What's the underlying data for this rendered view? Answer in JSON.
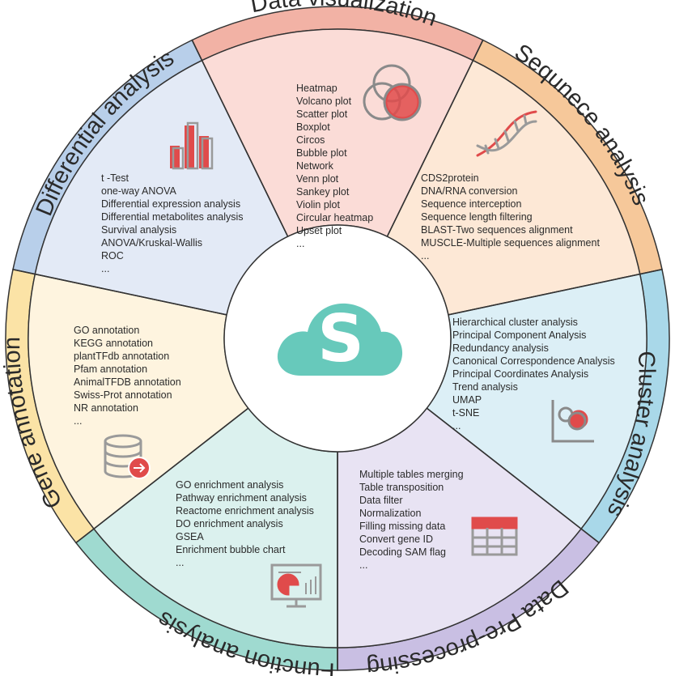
{
  "center": {
    "letter": "S"
  },
  "segments": [
    {
      "key": "data_visualization",
      "title": "Data visualization",
      "ring_color": "#F2B2A5",
      "fill_color": "#FBDCD7",
      "items": [
        "Heatmap",
        "Volcano plot",
        "Scatter plot",
        "Boxplot",
        "Circos",
        "Bubble plot",
        "Network",
        "Venn plot",
        "Sankey plot",
        "Violin plot",
        "Circular heatmap",
        "Upset plot",
        "..."
      ],
      "icon": "venn-icon"
    },
    {
      "key": "sequence_analysis",
      "title": "Sequnece analysis",
      "ring_color": "#F6C89A",
      "fill_color": "#FDE8D6",
      "items": [
        "CDS2protein",
        "DNA/RNA conversion",
        "Sequence interception",
        "Sequence length filtering",
        "BLAST-Two sequences alignment",
        "MUSCLE-Multiple sequences alignment",
        "..."
      ],
      "icon": "dna-icon"
    },
    {
      "key": "cluster_analysis",
      "title": "Cluster analysis",
      "ring_color": "#A9D8E9",
      "fill_color": "#DCEFF6",
      "items": [
        "Hierarchical cluster analysis",
        "Principal Component Analysis",
        "Redundancy analysis",
        "Canonical Correspondence Analysis",
        "Principal Coordinates Analysis",
        "Trend analysis",
        "UMAP",
        "t-SNE",
        "..."
      ],
      "icon": "scatter-icon"
    },
    {
      "key": "data_preprocessing",
      "title": "Data Pre-processing",
      "ring_color": "#C9BFE3",
      "fill_color": "#E8E3F3",
      "items": [
        "Multiple tables merging",
        "Table transposition",
        "Data filter",
        "Normalization",
        "Filling missing data",
        "Convert gene ID",
        "Decoding SAM flag",
        "..."
      ],
      "icon": "table-icon"
    },
    {
      "key": "function_analysis",
      "title": "Function analysis",
      "ring_color": "#9FDAD0",
      "fill_color": "#DBF1EE",
      "items": [
        "GO enrichment analysis",
        "Pathway enrichment analysis",
        "Reactome enrichment analysis",
        "DO enrichment analysis",
        "GSEA",
        "Enrichment bubble chart",
        "..."
      ],
      "icon": "monitor-chart-icon"
    },
    {
      "key": "gene_annotation",
      "title": "Gene annotation",
      "ring_color": "#FBE3A6",
      "fill_color": "#FEF4DF",
      "items": [
        "GO annotation",
        "KEGG annotation",
        "plantTFdb annotation",
        "Pfam annotation",
        "AnimalTFDB annotation",
        "Swiss-Prot annotation",
        "NR annotation",
        "..."
      ],
      "icon": "database-icon"
    },
    {
      "key": "differential_analysis",
      "title": "Differential analysis",
      "ring_color": "#B8CFEA",
      "fill_color": "#E3EAF6",
      "items": [
        "t -Test",
        "one-way ANOVA",
        "Differential expression analysis",
        "Differential metabolites analysis",
        "Survival analysis",
        "ANOVA/Kruskal-Wallis",
        "ROC",
        "..."
      ],
      "icon": "bar-chart-icon"
    }
  ],
  "colors": {
    "accent_red": "#E04B4B",
    "icon_gray": "#888888",
    "cloud": "#67C9BB"
  }
}
